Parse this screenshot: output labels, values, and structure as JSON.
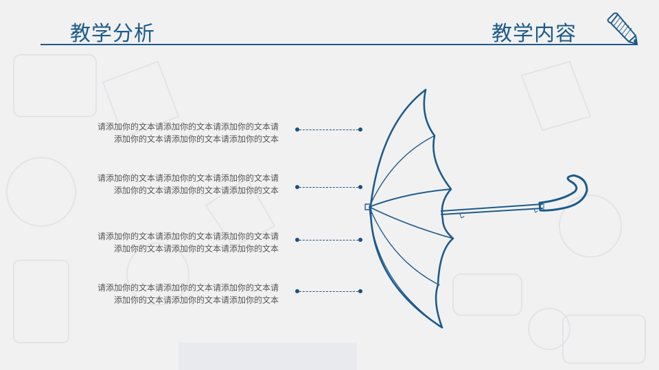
{
  "header": {
    "title_left": "教学分析",
    "title_right": "教学内容",
    "icon": "pencil-icon",
    "accent_color": "#1d5a8a"
  },
  "items": [
    {
      "line1": "请添加你的文本请添加你的文本请添加你的文本请",
      "line2": "添加你的文本请添加你的文本请添加你的文本"
    },
    {
      "line1": "请添加你的文本请添加你的文本请添加你的文本请",
      "line2": "添加你的文本请添加你的文本请添加你的文本"
    },
    {
      "line1": "请添加你的文本请添加你的文本请添加你的文本请",
      "line2": "添加你的文本请添加你的文本请添加你的文本"
    },
    {
      "line1": "请添加你的文本请添加你的文本请添加你的文本请",
      "line2": "添加你的文本请添加你的文本请添加你的文本"
    }
  ],
  "illustration": {
    "icon": "umbrella-icon",
    "stroke_color": "#1d5a8a"
  },
  "colors": {
    "background": "#f1f1f2",
    "text": "#555555",
    "connector": "#1d4f7c"
  }
}
